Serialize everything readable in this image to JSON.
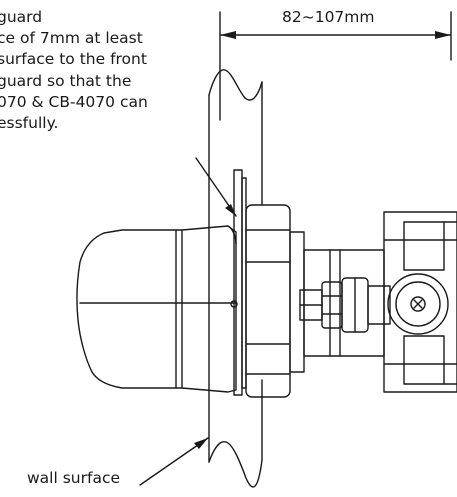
{
  "callout_note": {
    "lines": [
      "guard",
      "ce of 7mm at least",
      "surface to the front",
      "guard so that the",
      "070 & CB-4070 can",
      "essfully."
    ]
  },
  "dimension": {
    "label": "82~107mm"
  },
  "wall": {
    "label": "wall surface"
  }
}
